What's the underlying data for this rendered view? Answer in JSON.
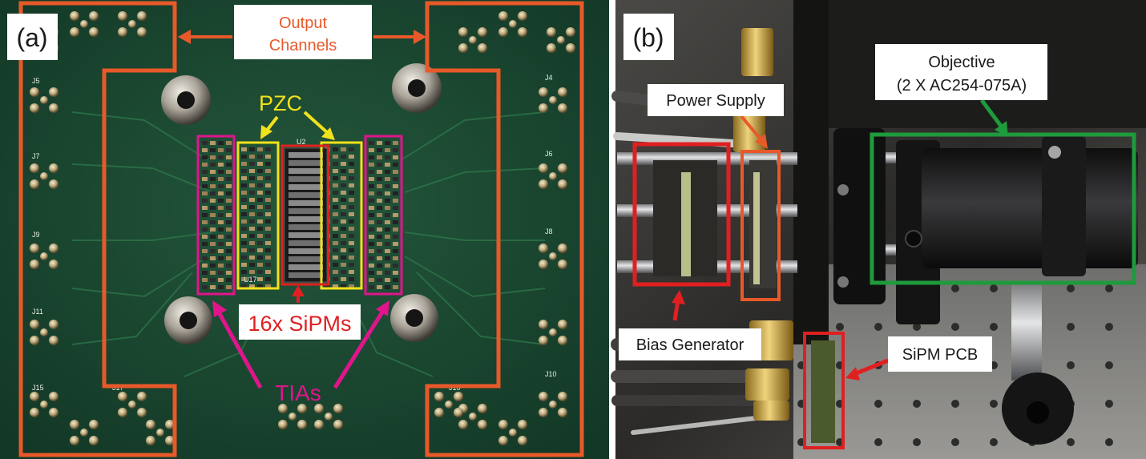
{
  "panel_a": {
    "tag": "(a)",
    "output_channels_line1": "Output",
    "output_channels_line2": "Channels",
    "pzc": "PZC",
    "sipms": "16x SiPMs",
    "tias": "TIAs",
    "silkscreen": {
      "j5": "J5",
      "j7": "J7",
      "j9": "J9",
      "j11": "J11",
      "j15": "J15",
      "j17": "J17",
      "j4": "J4",
      "j6": "J6",
      "j8": "J8",
      "j10": "J10",
      "j16": "J16",
      "u2": "U2",
      "u17": "U17"
    }
  },
  "panel_b": {
    "tag": "(b)",
    "objective_line1": "Objective",
    "objective_line2": "(2 X AC254-075A)",
    "power_supply": "Power Supply",
    "bias_generator": "Bias Generator",
    "sipm_pcb": "SiPM PCB"
  },
  "colors": {
    "orange": "#e8592a",
    "yellow": "#f2e21b",
    "magenta": "#e0158c",
    "red": "#e02020",
    "green": "#1f9a3c",
    "pcb": "#1d4a33"
  }
}
